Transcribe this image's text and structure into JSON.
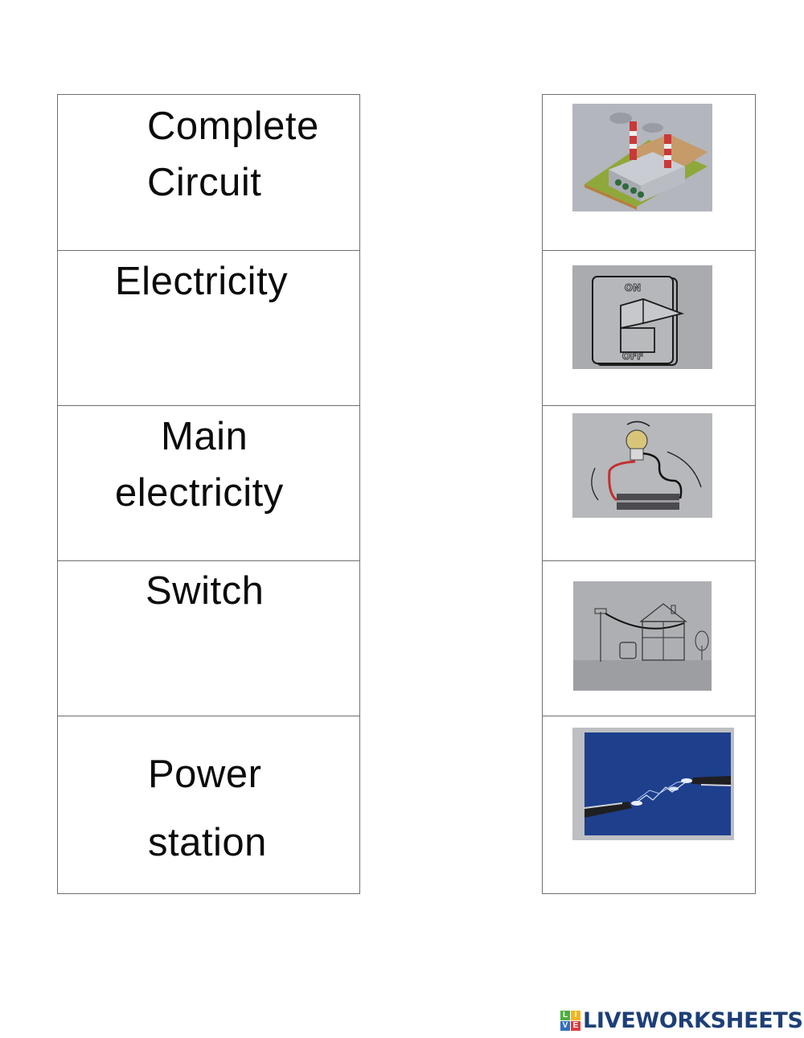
{
  "worksheet": {
    "terms": [
      {
        "line1": "Complete",
        "line2": "Circuit"
      },
      {
        "line1": "Electricity",
        "line2": ""
      },
      {
        "line1": "Main",
        "line2": "electricity"
      },
      {
        "line1": "Switch",
        "line2": ""
      },
      {
        "line1": "Power",
        "line2": "station"
      }
    ],
    "pictures": [
      {
        "icon": "power-station-picture",
        "description": "Factory with two red and white smokestacks on green ground"
      },
      {
        "icon": "light-switch-picture",
        "description": "Toggle switch labeled ON and OFF",
        "labels": {
          "on": "ON",
          "off": "OFF"
        }
      },
      {
        "icon": "bulb-battery-circuit-picture",
        "description": "Bulb connected to battery with red and black wires"
      },
      {
        "icon": "house-power-line-picture",
        "description": "Power pole with line to a house, car and tree"
      },
      {
        "icon": "electric-spark-picture",
        "description": "Two wires with electric spark on blue background"
      }
    ]
  },
  "footer": {
    "logo_letters": [
      "L",
      "I",
      "V",
      "E"
    ],
    "logo_colors": [
      "#4caf3c",
      "#f2b51c",
      "#2f6fc1",
      "#e03a3a"
    ],
    "brand": "LIVEWORKSHEETS",
    "brand_color": "#1d3f78"
  }
}
